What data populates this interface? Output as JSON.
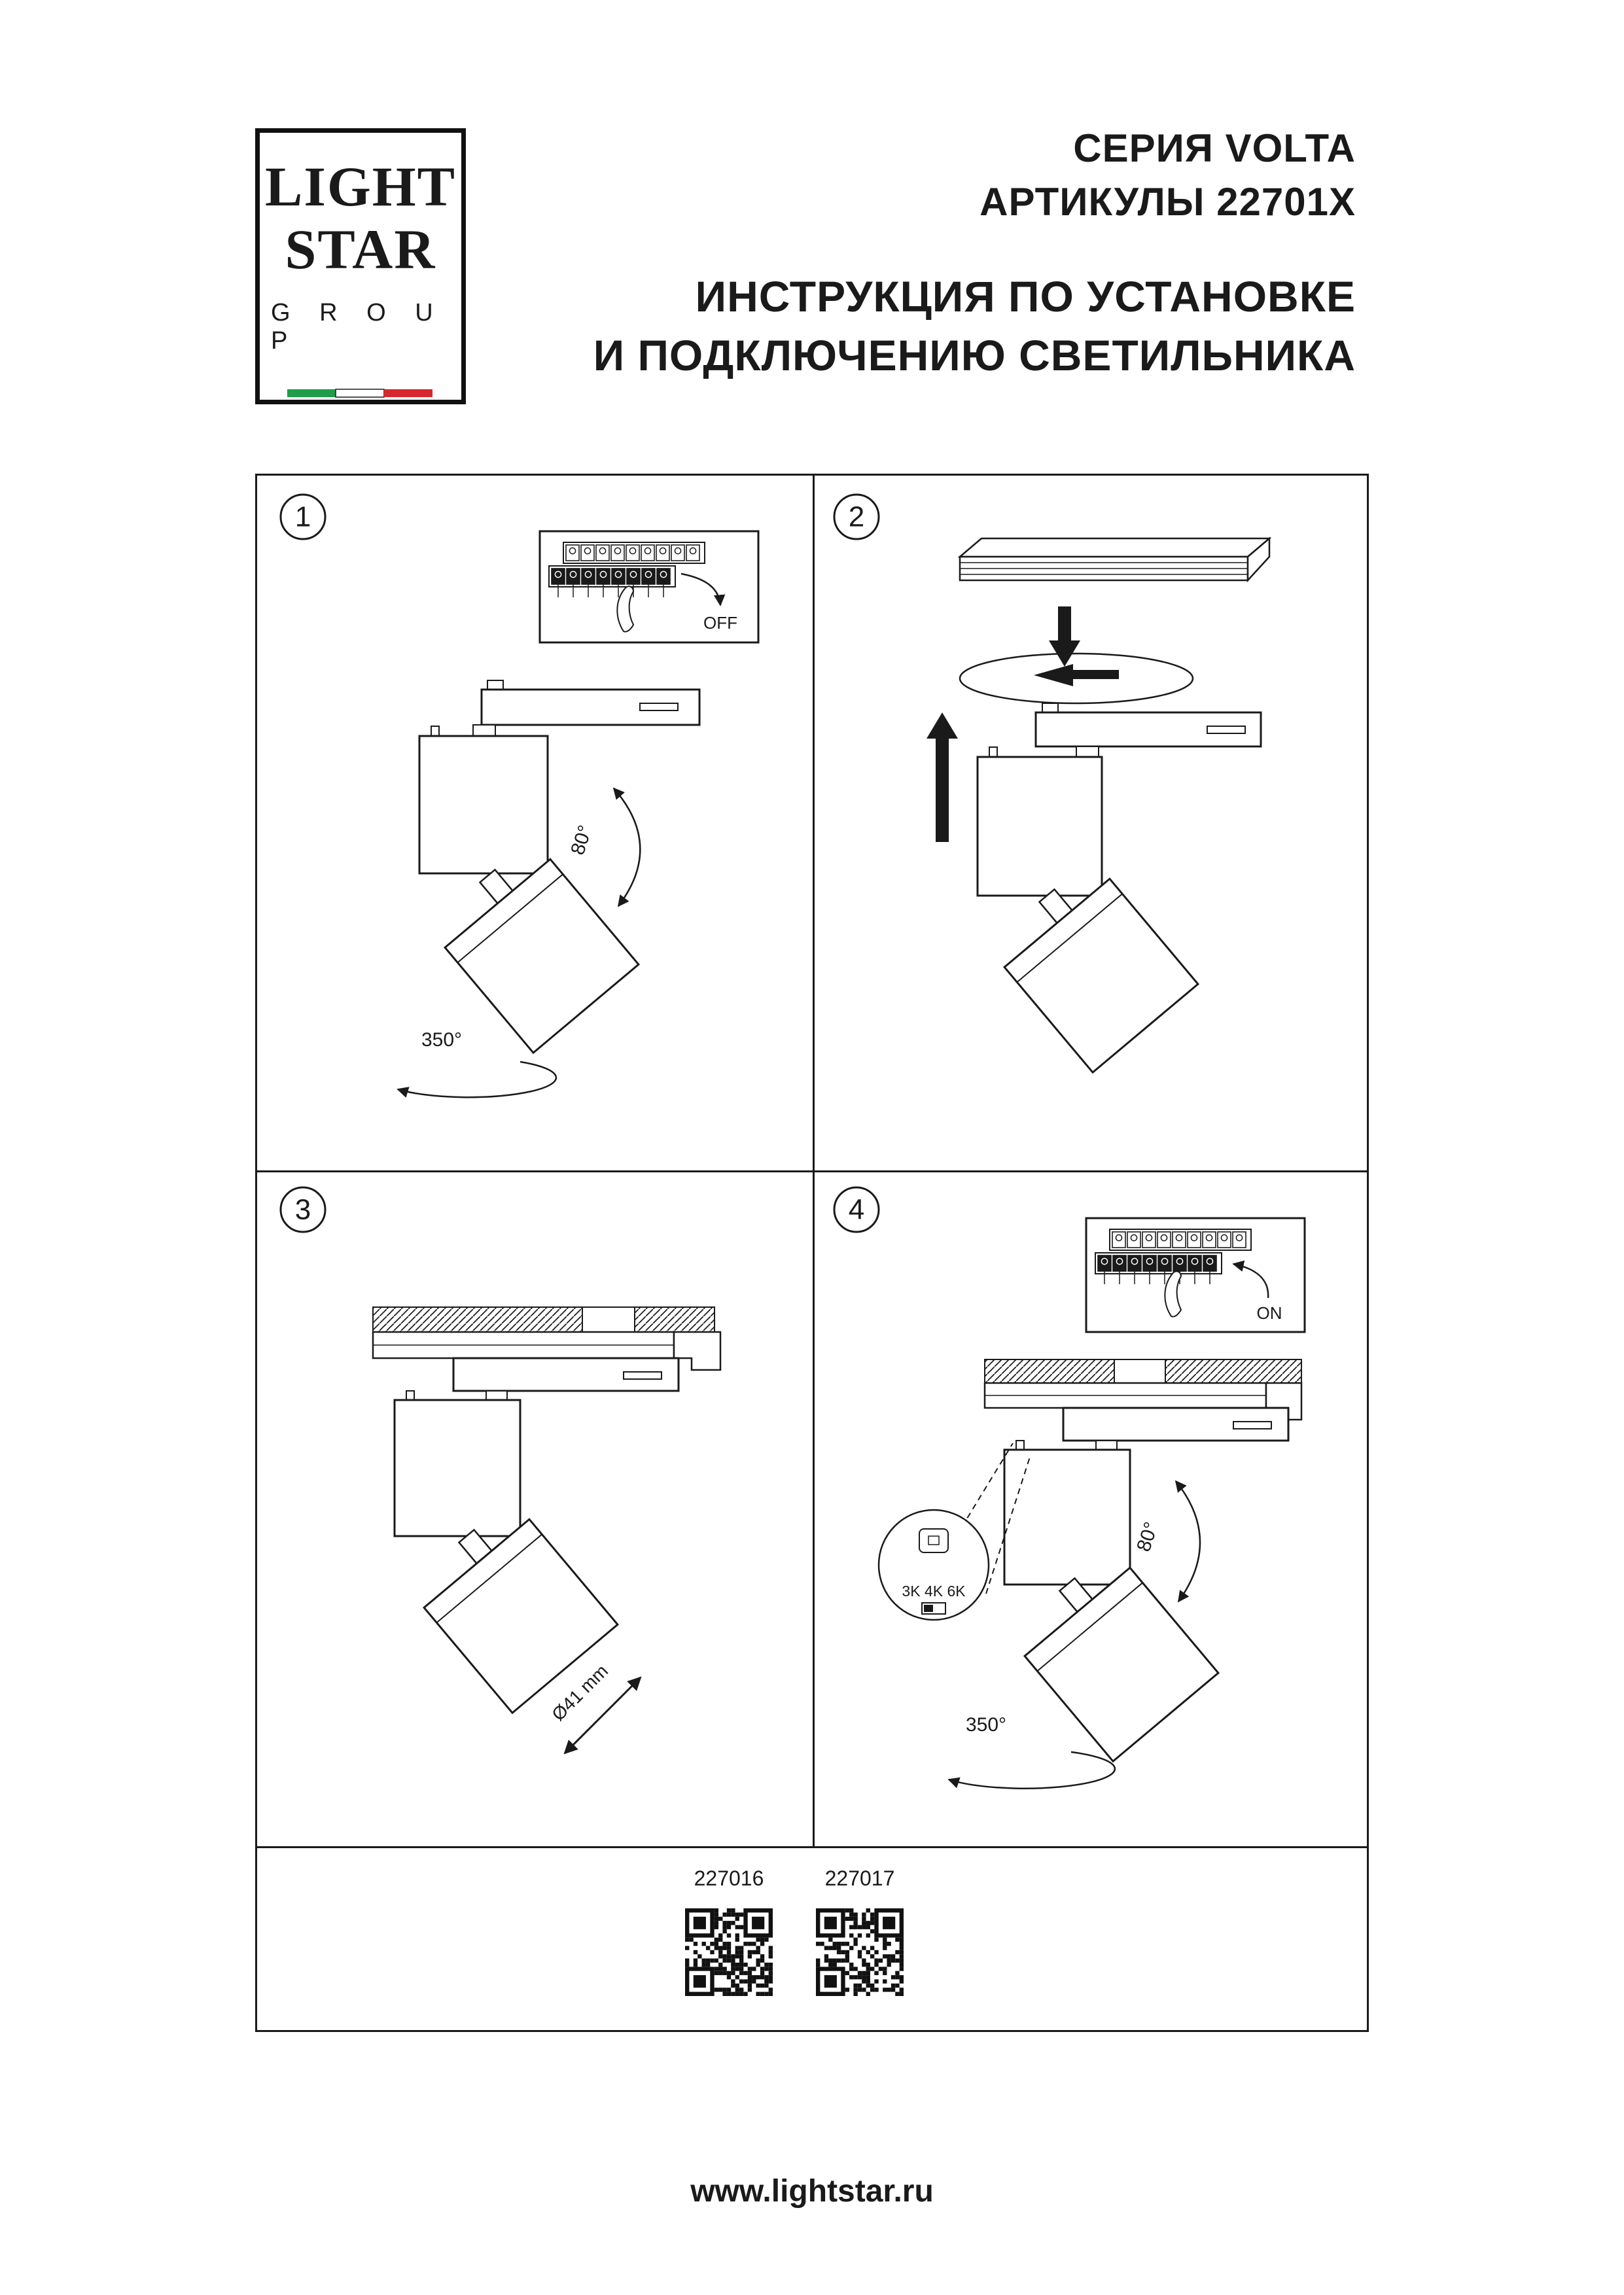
{
  "logo": {
    "line1": "LIGHT",
    "line2": "STAR",
    "line3": "G R O U P",
    "flag_green": "#1f9d4b",
    "flag_white": "#ffffff",
    "flag_red": "#d7282f"
  },
  "header": {
    "series": "СЕРИЯ VOLTA",
    "articles": "АРТИКУЛЫ 22701X",
    "instruction_line1": "ИНСТРУКЦИЯ ПО УСТАНОВКЕ",
    "instruction_line2": "И ПОДКЛЮЧЕНИЮ СВЕТИЛЬНИКА"
  },
  "panels": {
    "p1": {
      "number": "1",
      "off_label": "OFF",
      "tilt_angle": "80°",
      "rotate_angle": "350°"
    },
    "p2": {
      "number": "2"
    },
    "p3": {
      "number": "3",
      "diameter_label": "Ø41 mm"
    },
    "p4": {
      "number": "4",
      "on_label": "ON",
      "tilt_angle": "80°",
      "rotate_angle": "350°",
      "cct_label": "3K 4K 6K"
    }
  },
  "qr": {
    "left_label": "227016",
    "right_label": "227017"
  },
  "footer": {
    "website": "www.lightstar.ru"
  }
}
